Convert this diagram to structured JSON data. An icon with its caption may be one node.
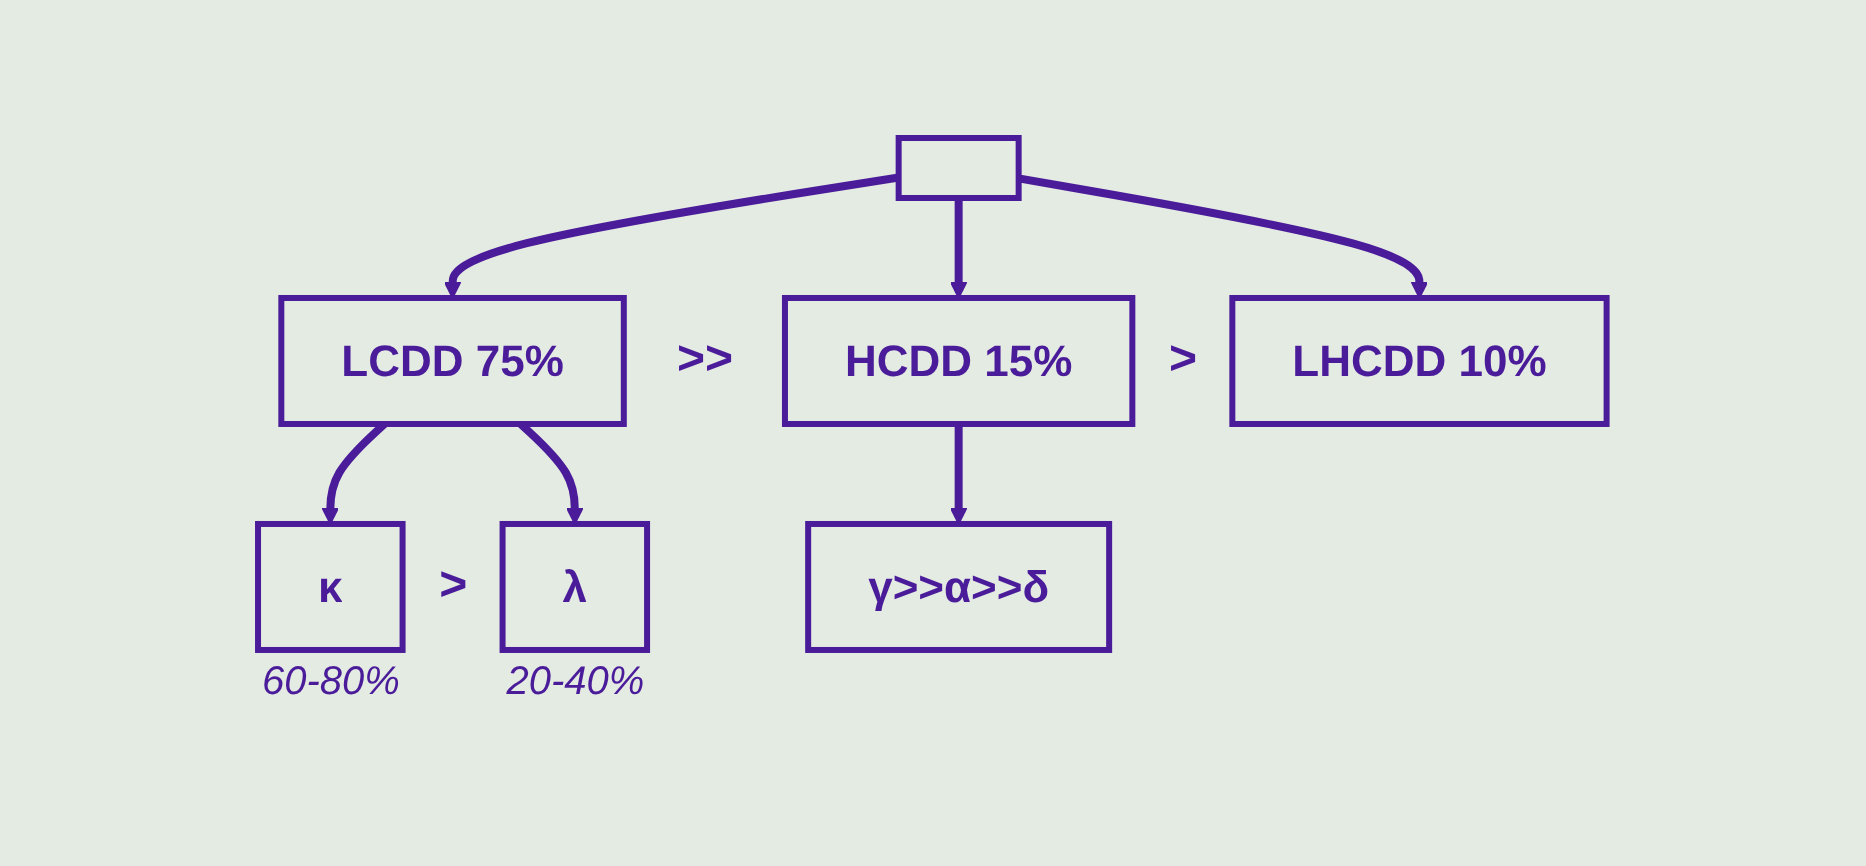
{
  "diagram": {
    "nodes": [
      {
        "text": [],
        "shape": "box"
      },
      {
        "text": [
          "LCDD 75%"
        ]
      },
      {
        "text": [
          "HCDD 15%"
        ]
      },
      {
        "text": [
          "LHCDD 10%"
        ]
      },
      {
        "text": [
          "κ"
        ],
        "beside": [
          "60-80%"
        ]
      },
      {
        "text": [
          "λ"
        ],
        "beside": [
          "20-40%"
        ]
      },
      {
        "text": [
          "γ>>α>>δ"
        ]
      }
    ],
    "edges": [
      {
        "from": 0,
        "to": 1,
        "arrow": "to"
      },
      {
        "from": 0,
        "to": 2,
        "arrow": "to"
      },
      {
        "from": 0,
        "to": 3,
        "arrow": "to"
      },
      {
        "from": 1,
        "to": 4,
        "arrow": "to"
      },
      {
        "from": 1,
        "to": 5,
        "arrow": "to"
      },
      {
        "from": 2,
        "to": 6,
        "arrow": "to"
      }
    ],
    "labels": [
      ">>",
      ">",
      ">"
    ]
  }
}
